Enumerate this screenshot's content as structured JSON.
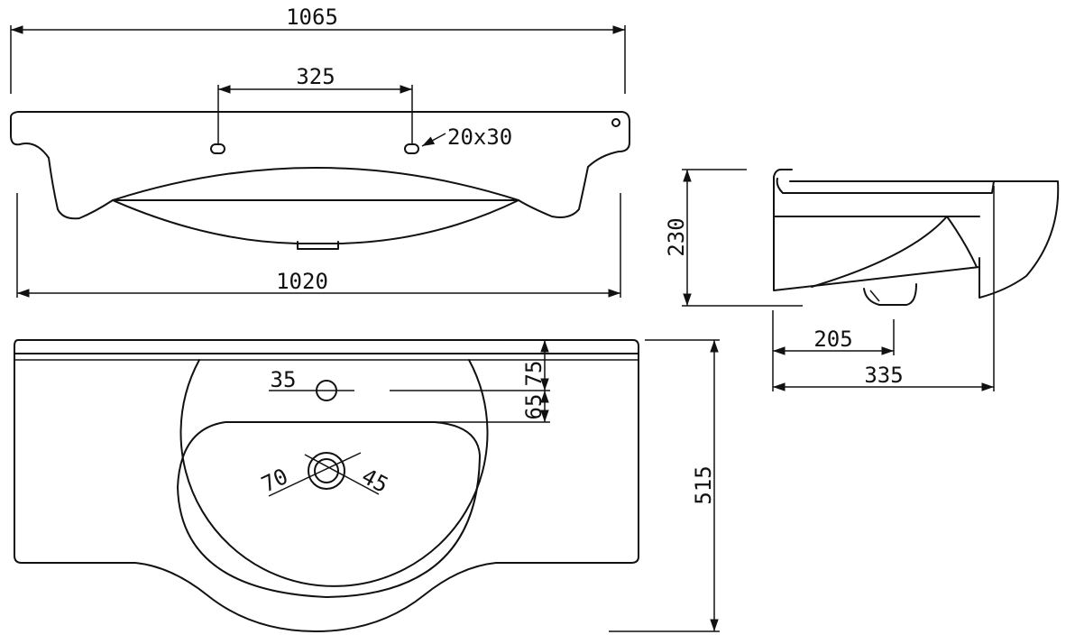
{
  "dimensions": {
    "overall_width": "1065",
    "tap_hole_spacing": "325",
    "slot_size": "20x30",
    "bottom_width": "1020",
    "height": "230",
    "drain_offset": "205",
    "overall_depth": "335",
    "tap_hole_dia": "35",
    "edge_to_hole": "75",
    "hole_to_bowl": "65",
    "drain_outer": "70",
    "drain_inner": "45",
    "front_depth": "515"
  },
  "colors": {
    "line": "#111111",
    "background": "#ffffff"
  }
}
